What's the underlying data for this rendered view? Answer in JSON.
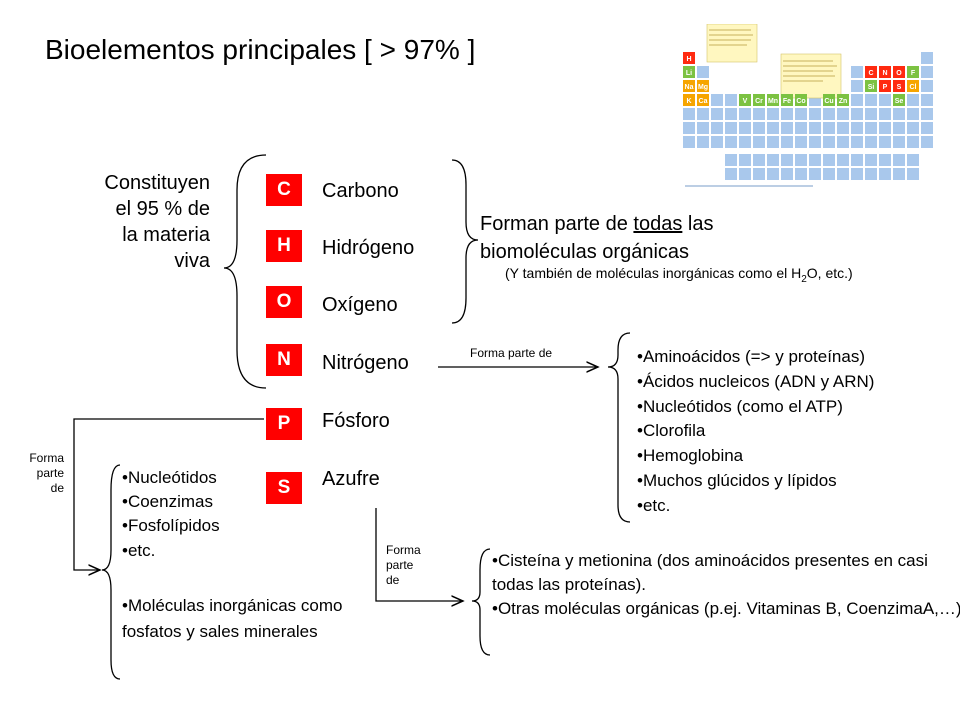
{
  "title": "Bioelementos principales  [ > 97% ]",
  "elements": [
    {
      "symbol": "C",
      "name": "Carbono"
    },
    {
      "symbol": "H",
      "name": "Hidrógeno"
    },
    {
      "symbol": "O",
      "name": "Oxígeno"
    },
    {
      "symbol": "N",
      "name": "Nitrógeno"
    },
    {
      "symbol": "P",
      "name": "Fósforo"
    },
    {
      "symbol": "S",
      "name": "Azufre"
    }
  ],
  "constituyen": "Constituyen\nel 95 % de\nla materia\nviva",
  "forman": {
    "prefix": "Forman parte de ",
    "underlined": "todas",
    "suffix": " las",
    "line2": "biomoléculas orgánicas",
    "note_pre": "(Y también de moléculas inorgánicas como el H",
    "note_sub1": "2",
    "note_mid": "O, etc.)"
  },
  "nitrogen_arrow_label": "Forma parte de",
  "nitrogen_list": [
    "Aminoácidos (=> y proteínas)",
    "Ácidos nucleicos (ADN y ARN)",
    "Nucleótidos (como el ATP)",
    "Clorofila",
    "Hemoglobina",
    "Muchos glúcidos y lípidos",
    "etc."
  ],
  "phosphorus_arrow_label": "Forma\nparte\nde",
  "phosphorus_list": [
    "Nucleótidos",
    "Coenzimas",
    "Fosfolípidos",
    "etc."
  ],
  "phosphorus_inorganic": "Moléculas inorgánicas como fosfatos y sales minerales",
  "sulfur_arrow_label": "Forma\nparte\nde",
  "sulfur_list": [
    "Cisteína y metionina (dos aminoácidos presentes en casi todas las proteínas).",
    "Otras moléculas orgánicas (p.ej. Vitaminas B, CoenzimaA,…)"
  ],
  "periodic_table": {
    "highlight_colors": {
      "main": "#ff2a10",
      "secondary": "#f6a500",
      "trace": "#7cc242",
      "base": "#a9c8ec"
    },
    "symbols": {
      "row1": [
        "H"
      ],
      "row2": [
        "Li",
        "C",
        "N",
        "O",
        "F"
      ],
      "row3": [
        "Na",
        "Mg",
        "Si",
        "P",
        "S",
        "Cl"
      ],
      "row4": [
        "K",
        "Ca",
        "V",
        "Cr",
        "Mn",
        "Fe",
        "Co",
        "Cu",
        "Zn",
        "Se"
      ]
    }
  }
}
